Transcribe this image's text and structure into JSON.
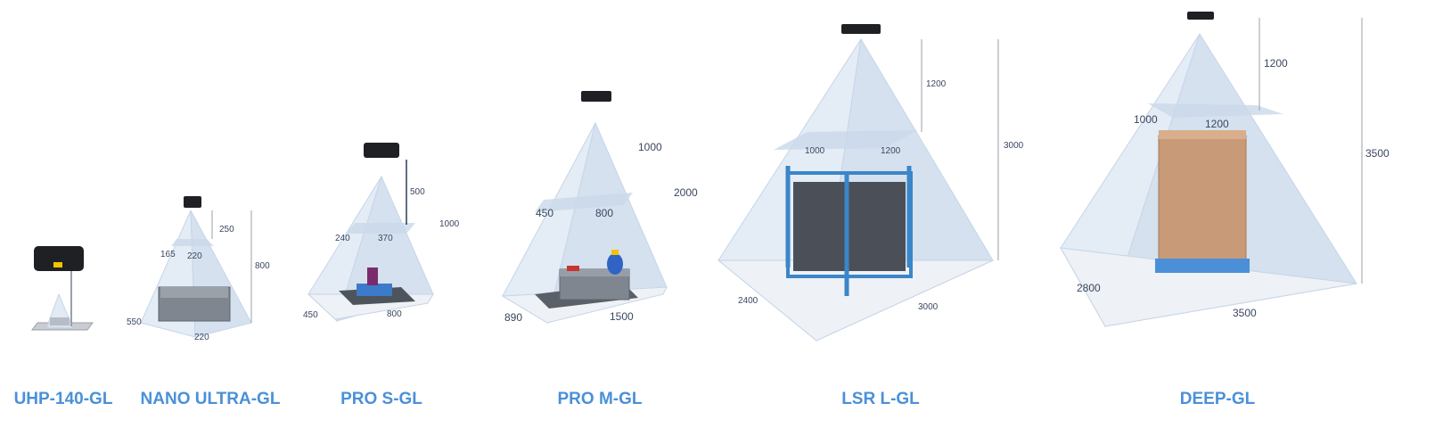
{
  "colors": {
    "label": "#4a90d9",
    "pyramid_fill": "#dbe6f3",
    "pyramid_edge": "#b9cce3",
    "dimension_text": "#3a4660",
    "cage_blue": "#3a86c8",
    "box_brown": "#c99a77"
  },
  "products": [
    {
      "name": "UHP-140-GL",
      "dimensions": []
    },
    {
      "name": "NANO ULTRA-GL",
      "dimensions": [
        "250",
        "165",
        "220",
        "800",
        "550",
        "220"
      ]
    },
    {
      "name": "PRO S-GL",
      "dimensions": [
        "500",
        "240",
        "370",
        "1000",
        "450",
        "800"
      ]
    },
    {
      "name": "PRO M-GL",
      "dimensions": [
        "1000",
        "450",
        "800",
        "2000",
        "890",
        "1500"
      ]
    },
    {
      "name": "LSR L-GL",
      "dimensions": [
        "1200",
        "1000",
        "1200",
        "3000",
        "2400",
        "3000"
      ]
    },
    {
      "name": "DEEP-GL",
      "dimensions": [
        "1200",
        "1000",
        "1200",
        "3500",
        "2800",
        "3500"
      ]
    }
  ]
}
